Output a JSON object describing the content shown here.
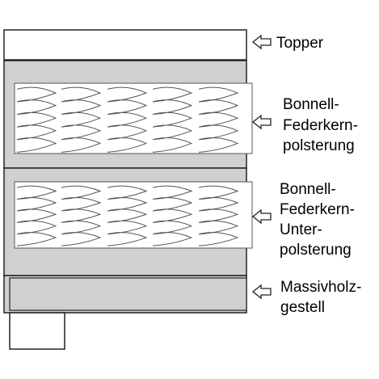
{
  "colors": {
    "layer_fill": "#d0d0d0",
    "outline": "#222222",
    "spring_panel": "#ffffff",
    "spring_stroke": "#555555",
    "background": "#ffffff"
  },
  "layers": [
    {
      "id": "topper",
      "label_lines": [
        "Topper"
      ]
    },
    {
      "id": "upper-spring",
      "label_lines": [
        "Bonnell-",
        "Federkern-",
        "polsterung"
      ]
    },
    {
      "id": "lower-spring",
      "label_lines": [
        "Bonnell-",
        "Federkern-",
        "Unter-",
        "polsterung"
      ]
    },
    {
      "id": "frame",
      "label_lines": [
        "Massivholz-",
        "gestell"
      ]
    }
  ],
  "pointer_icon": "hollow-left-arrow-icon"
}
